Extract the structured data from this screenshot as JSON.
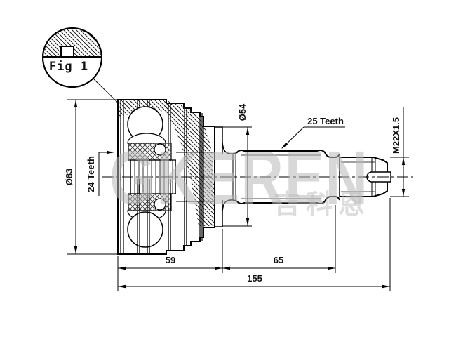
{
  "drawing": {
    "figure_label": "Fig 1",
    "dimensions": {
      "outer_diameter": "Ø83",
      "inner_spline_teeth": "24 Teeth",
      "flange_diameter": "Ø54",
      "shaft_spline_teeth": "25 Teeth",
      "thread_spec": "M22X1.5",
      "bell_length": "59",
      "shaft_length": "65",
      "total_length": "155"
    },
    "watermark": {
      "brand": "GKEREN",
      "brand_cn": "吉科恩"
    }
  }
}
